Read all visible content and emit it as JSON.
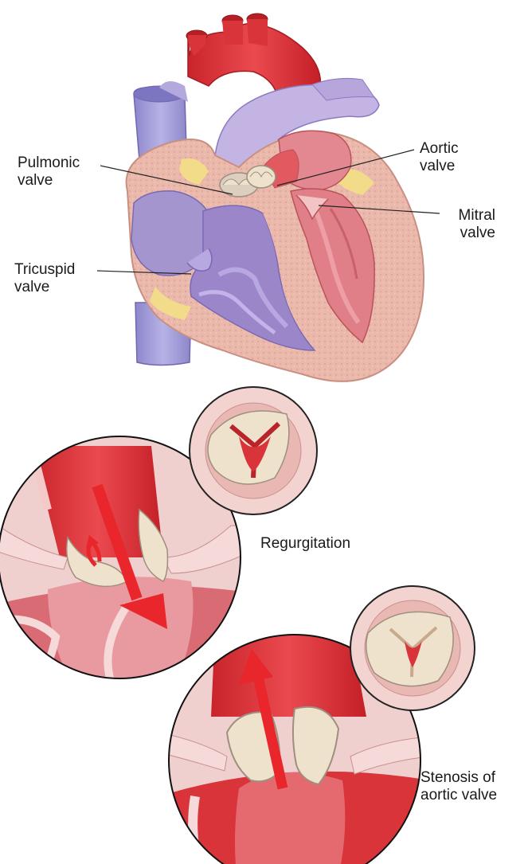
{
  "labels": {
    "pulmonic": [
      "Pulmonic",
      "valve"
    ],
    "aortic": [
      "Aortic",
      "valve"
    ],
    "mitral": [
      "Mitral",
      "valve"
    ],
    "tricuspid": [
      "Tricuspid",
      "valve"
    ],
    "regurgitation": [
      "Regurgitation"
    ],
    "stenosis": [
      "Stenosis of",
      "aortic valve"
    ]
  },
  "colors": {
    "aorta_red": "#d8343a",
    "vein_blue": "#9f9ad6",
    "chamber_purple": "#9b86c9",
    "left_chamber_pink": "#e07f88",
    "muscle": "#e9b7ab",
    "fat_yellow": "#f2dc8a",
    "valve_cream": "#efe2cc",
    "arrow_red": "#e8262b"
  },
  "icons": {
    "regurgitation_flow": "arrow-down-with-backflow-icon",
    "stenosis_flow": "arrow-up-icon"
  }
}
